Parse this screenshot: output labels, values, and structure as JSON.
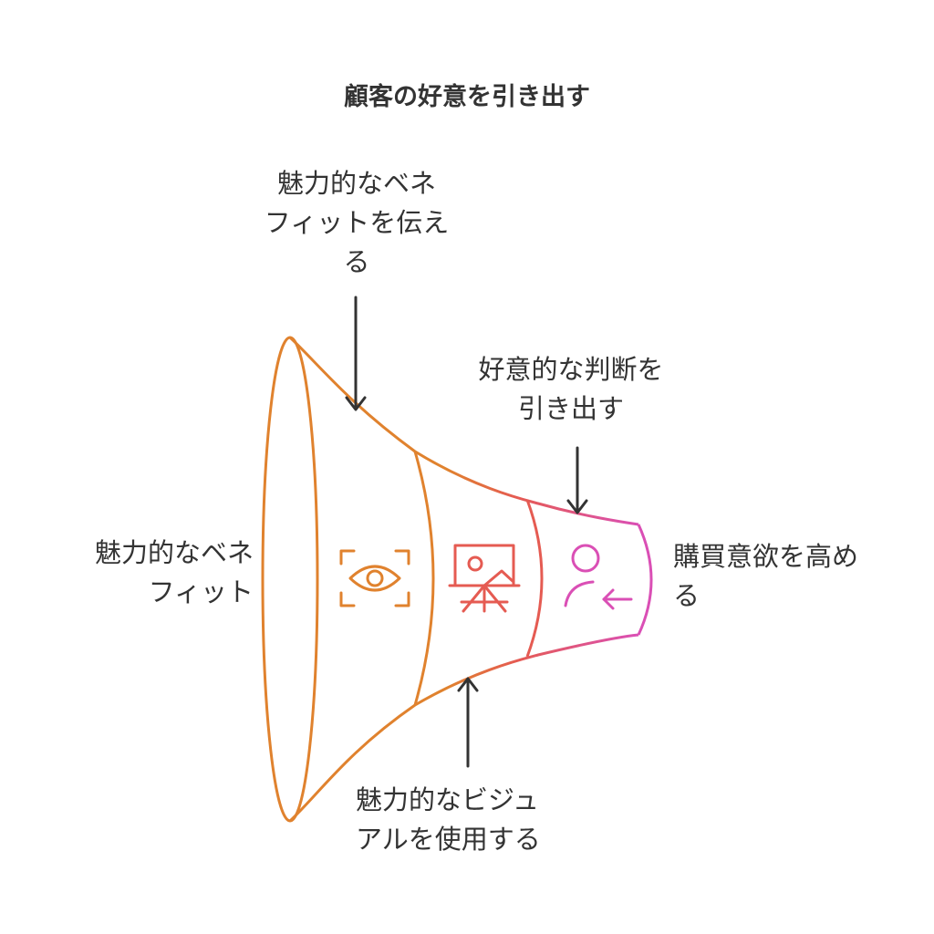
{
  "title": "顧客の好意を引き出す",
  "stages": [
    {
      "icon": "eye-icon",
      "color": "#E0822E"
    },
    {
      "icon": "easel-image-icon",
      "color": "#E55B52"
    },
    {
      "icon": "user-arrow-icon",
      "color": "#DA4FB5"
    }
  ],
  "labels": {
    "top": [
      "魅力的なベネ",
      "フィットを伝え",
      "る"
    ],
    "middle": [
      "好意的な判断を",
      "引き出す"
    ],
    "left": [
      "魅力的なベネ",
      "フィット"
    ],
    "right": [
      "購買意欲を高め",
      "る"
    ],
    "bottom": [
      "魅力的なビジュ",
      "アルを使用する"
    ]
  },
  "colors": {
    "orange": "#E0822E",
    "red": "#E55B52",
    "pink": "#DA4FB5",
    "text": "#333333"
  }
}
